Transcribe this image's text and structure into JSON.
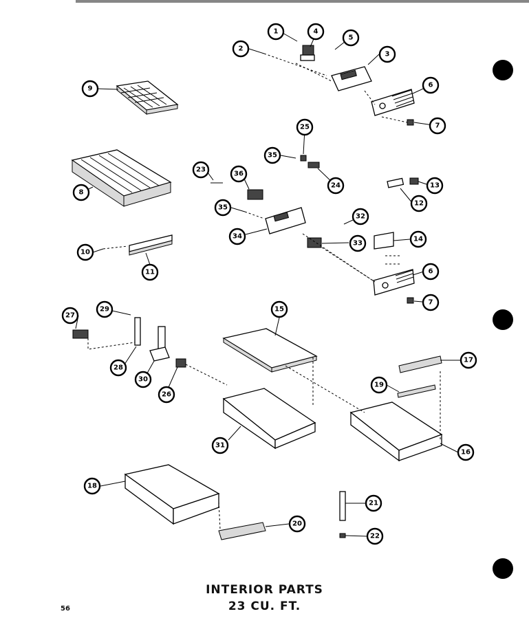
{
  "title_line1": "INTERIOR PARTS",
  "title_line2": "23 CU. FT.",
  "page_number": "56",
  "callouts": [
    "1",
    "2",
    "3",
    "4",
    "5",
    "6",
    "7",
    "8",
    "9",
    "10",
    "11",
    "12",
    "13",
    "14",
    "15",
    "16",
    "17",
    "18",
    "19",
    "20",
    "21",
    "22",
    "23",
    "24",
    "25",
    "26",
    "27",
    "28",
    "29",
    "30",
    "31",
    "32",
    "33",
    "34",
    "35",
    "36"
  ]
}
